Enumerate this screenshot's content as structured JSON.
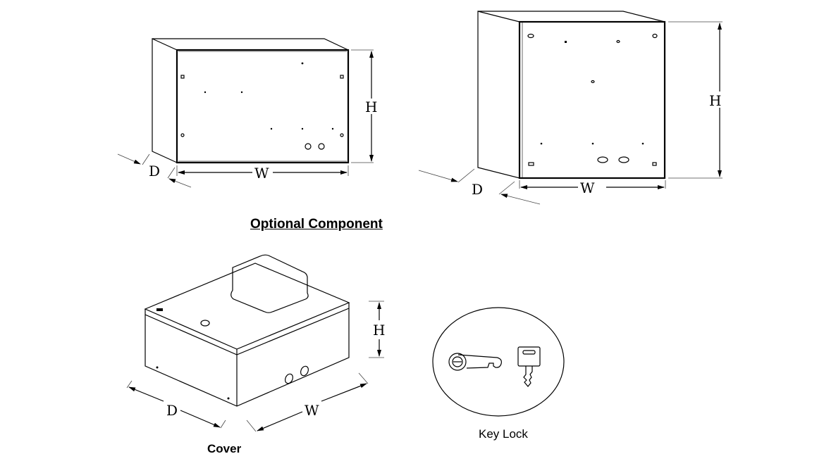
{
  "headings": {
    "optional_component": "Optional Component"
  },
  "figures": [
    {
      "id": "enclosure-wide",
      "dimensions": {
        "height": "H",
        "width": "W",
        "depth": "D"
      }
    },
    {
      "id": "enclosure-tall",
      "dimensions": {
        "height": "H",
        "width": "W",
        "depth": "D"
      }
    },
    {
      "id": "cover",
      "caption": "Cover",
      "dimensions": {
        "height": "H",
        "width": "W",
        "depth": "D"
      }
    },
    {
      "id": "key-lock",
      "caption": "Key Lock"
    }
  ]
}
